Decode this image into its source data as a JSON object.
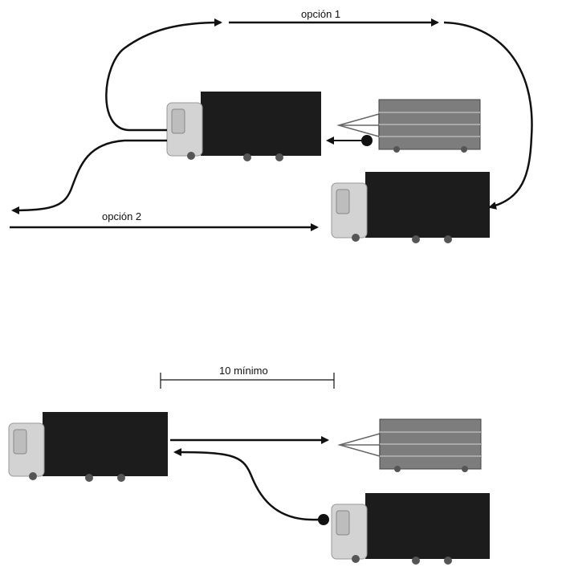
{
  "labels": {
    "option1": "opción 1",
    "option2": "opción 2",
    "distance": "10 mínimo"
  },
  "colors": {
    "line": "#111111",
    "truck_box": "#1c1c1c",
    "cab": "#cfcfcf",
    "trailer_deck": "#7d7d7d",
    "trailer_plank": "#a8a8a8"
  }
}
